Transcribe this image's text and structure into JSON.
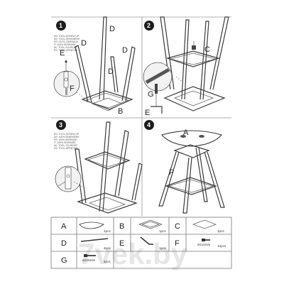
{
  "steps": [
    {
      "number": "1",
      "labels": [
        "D",
        "D",
        "D",
        "D",
        "E",
        "F",
        "B"
      ]
    },
    {
      "number": "2",
      "labels": [
        "C",
        "G",
        "E"
      ]
    },
    {
      "number": "3",
      "labels": []
    },
    {
      "number": "4",
      "labels": [
        "A",
        "F"
      ]
    }
  ],
  "warning_lines": [
    "EN: TOOL-SCREW UP",
    "DE: TOOL-SENKWERK",
    "FR: OUTIL-SERRAGE",
    "IT: 100% SERRARE",
    "NL: TOOL-SCHROEF",
    "ES: TOOL-APRIETAR"
  ],
  "warning_lines_3": [
    "EN: TOOL-SCREW UP",
    "DE: 100% SENKWERK",
    "FR: 100% SERRAGE",
    "IT: 100% SERRARE",
    "NL: TOOL-SCHROEF",
    "ES: TOOL-APRIETAR"
  ],
  "parts": [
    {
      "letter": "A",
      "qty": "1pcs",
      "icon": "seat-icon"
    },
    {
      "letter": "B",
      "qty": "1pcs",
      "icon": "square-frame-icon"
    },
    {
      "letter": "C",
      "qty": "1pcs",
      "icon": "seat-plate-icon"
    },
    {
      "letter": "D",
      "qty": "4pcs",
      "icon": "leg-icon"
    },
    {
      "letter": "E",
      "qty": "1pcs",
      "icon": "allen-key-icon"
    },
    {
      "letter": "F",
      "qty": "12pcs",
      "icon": "short-screw-icon",
      "spec": "6X14mm"
    },
    {
      "letter": "G",
      "qty": "4pcs",
      "icon": "long-screw-icon",
      "spec": "6X25mm"
    }
  ],
  "watermark": "7vek.by"
}
